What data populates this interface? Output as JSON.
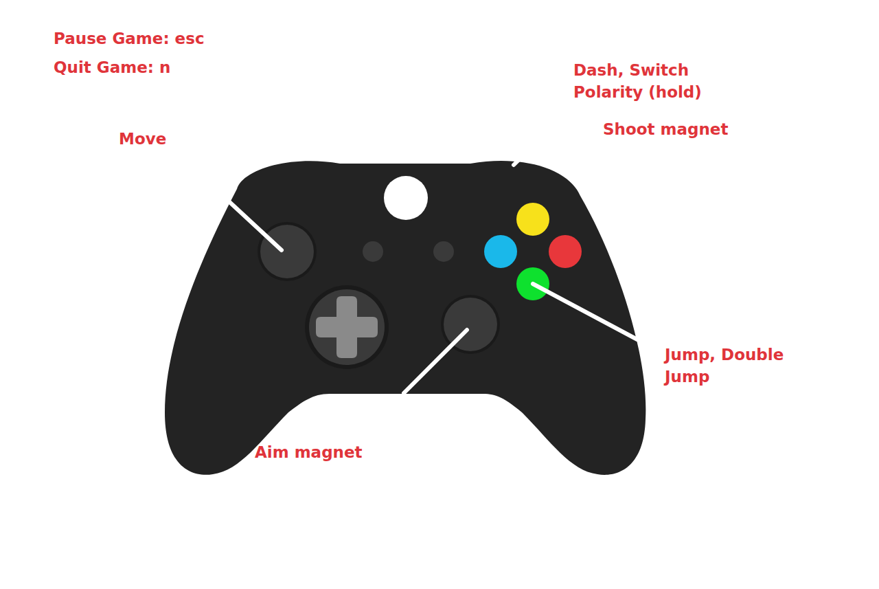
{
  "diagram": {
    "labels": [
      "Pause Game: esc",
      "Quit Game: n",
      "Move",
      "Dash, Switch Polarity (hold)",
      "Shoot magnet",
      "Jump, Double Jump",
      "Aim magnet"
    ]
  }
}
